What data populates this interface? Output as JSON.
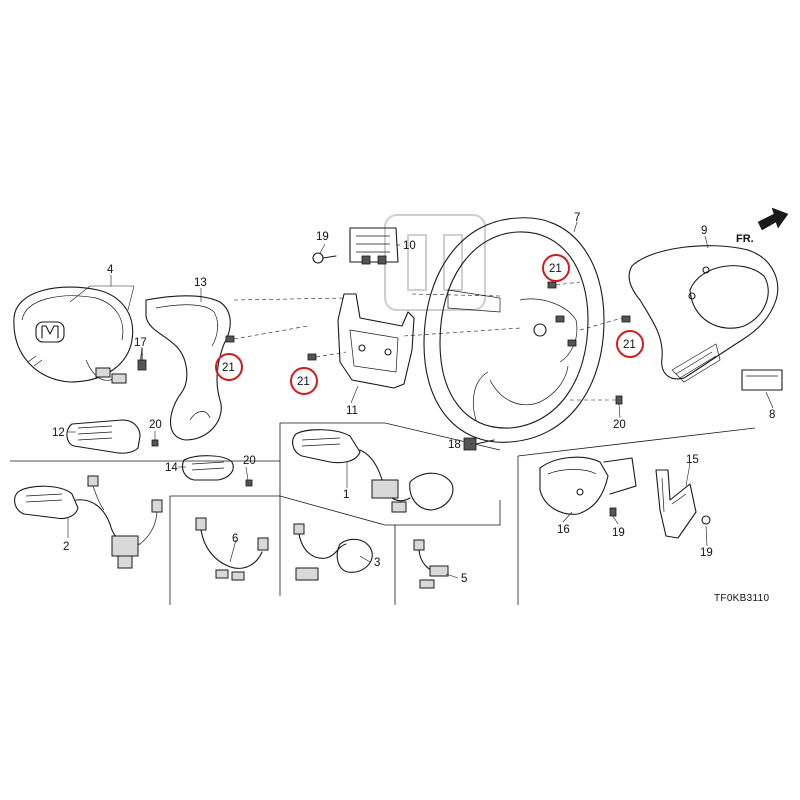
{
  "diagram": {
    "direction_label": "FR.",
    "diagram_code": "TF0KB3110",
    "highlight_color": "#d11a1a",
    "callouts": {
      "c1": "1",
      "c2": "2",
      "c3": "3",
      "c4": "4",
      "c5": "5",
      "c6": "6",
      "c7": "7",
      "c8": "8",
      "c9": "9",
      "c10": "10",
      "c11": "11",
      "c12": "12",
      "c13": "13",
      "c14": "14",
      "c15": "15",
      "c16": "16",
      "c17": "17",
      "c18": "18",
      "c19a": "19",
      "c19b": "19",
      "c19c": "19",
      "c20a": "20",
      "c20b": "20",
      "c20c": "20"
    },
    "highlighted_callouts": [
      "21",
      "21",
      "21",
      "21"
    ]
  }
}
